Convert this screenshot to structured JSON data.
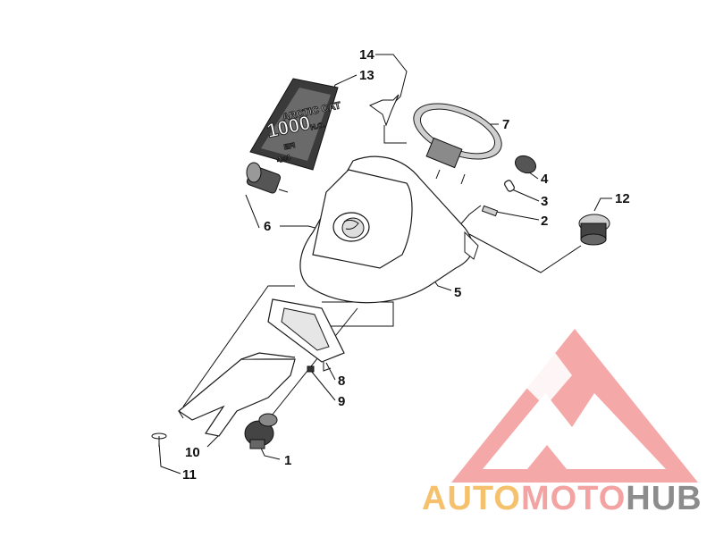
{
  "callouts": {
    "c1": "1",
    "c2": "2",
    "c3": "3",
    "c4": "4",
    "c5": "5",
    "c6": "6",
    "c7": "7",
    "c8": "8",
    "c9": "9",
    "c10": "10",
    "c11": "11",
    "c12": "12",
    "c13": "13",
    "c14": "14"
  },
  "decal": {
    "brand": "ARCTIC CAT",
    "model": "1000",
    "model_suffix": "H.O.",
    "line1": "EFI",
    "line2": "4x4"
  },
  "watermark": {
    "auto": "AUTO",
    "moto": "MOTO",
    "hub": "HUB",
    "colors": {
      "auto": "#f5c16c",
      "moto": "#f4a3a3",
      "hub": "#8c8c8c",
      "logo": "#f28b8b"
    }
  }
}
